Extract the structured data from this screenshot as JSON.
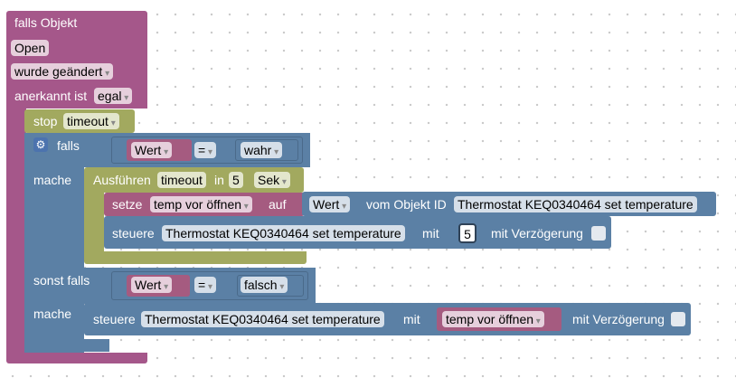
{
  "trigger": {
    "title": "falls Objekt",
    "object": "Open",
    "event": "wurde geändert",
    "ack_label": "anerkannt ist",
    "ack_value": "egal"
  },
  "stop": {
    "label": "stop",
    "value": "timeout"
  },
  "if_block": {
    "falls": "falls",
    "mache1": "mache",
    "sonst_falls": "sonst falls",
    "mache2": "mache",
    "cond1": {
      "left": "Wert",
      "op": "=",
      "right": "wahr"
    },
    "cond2": {
      "left": "Wert",
      "op": "=",
      "right": "falsch"
    }
  },
  "timeout_block": {
    "prefix": "Ausführen",
    "name": "timeout",
    "in": "in",
    "value": "5",
    "unit": "Sek"
  },
  "setze": {
    "label": "setze",
    "var": "temp vor öffnen",
    "auf": "auf",
    "attr": "Wert",
    "vom": "vom Objekt ID",
    "object": "Thermostat KEQ0340464 set temperature"
  },
  "steuere1": {
    "label": "steuere",
    "object": "Thermostat KEQ0340464 set temperature",
    "mit": "mit",
    "value": "5",
    "delay_label": "mit Verzögerung"
  },
  "steuere2": {
    "label": "steuere",
    "object": "Thermostat KEQ0340464 set temperature",
    "mit": "mit",
    "value": "temp vor öffnen",
    "delay_label": "mit Verzögerung"
  },
  "colors": {
    "trigger": "#a5578a",
    "stop": "#a2a95f",
    "logic": "#5b80a5",
    "value": "#a55b80"
  }
}
